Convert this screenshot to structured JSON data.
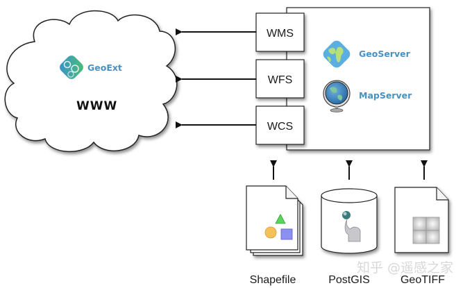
{
  "cloud": {
    "client_label": "GeoExt",
    "client_icon": "geoext-gears-icon",
    "network_label": "WWW"
  },
  "services": [
    {
      "label": "WMS"
    },
    {
      "label": "WFS"
    },
    {
      "label": "WCS"
    }
  ],
  "servers": [
    {
      "label": "GeoServer",
      "icon": "geoserver-globe-icon"
    },
    {
      "label": "MapServer",
      "icon": "mapserver-globe-icon"
    }
  ],
  "sources": [
    {
      "label": "Shapefile",
      "icon": "stacked-document-icon"
    },
    {
      "label": "PostGIS",
      "icon": "database-cylinder-icon"
    },
    {
      "label": "GeoTIFF",
      "icon": "raster-document-icon"
    }
  ],
  "watermark": "知乎 @遥感之家",
  "colors": {
    "brand_text": "#4a90c0",
    "stroke": "#222222",
    "triangle": "#5ad65a",
    "circle": "#f7c15a",
    "square": "#8c90f0"
  }
}
